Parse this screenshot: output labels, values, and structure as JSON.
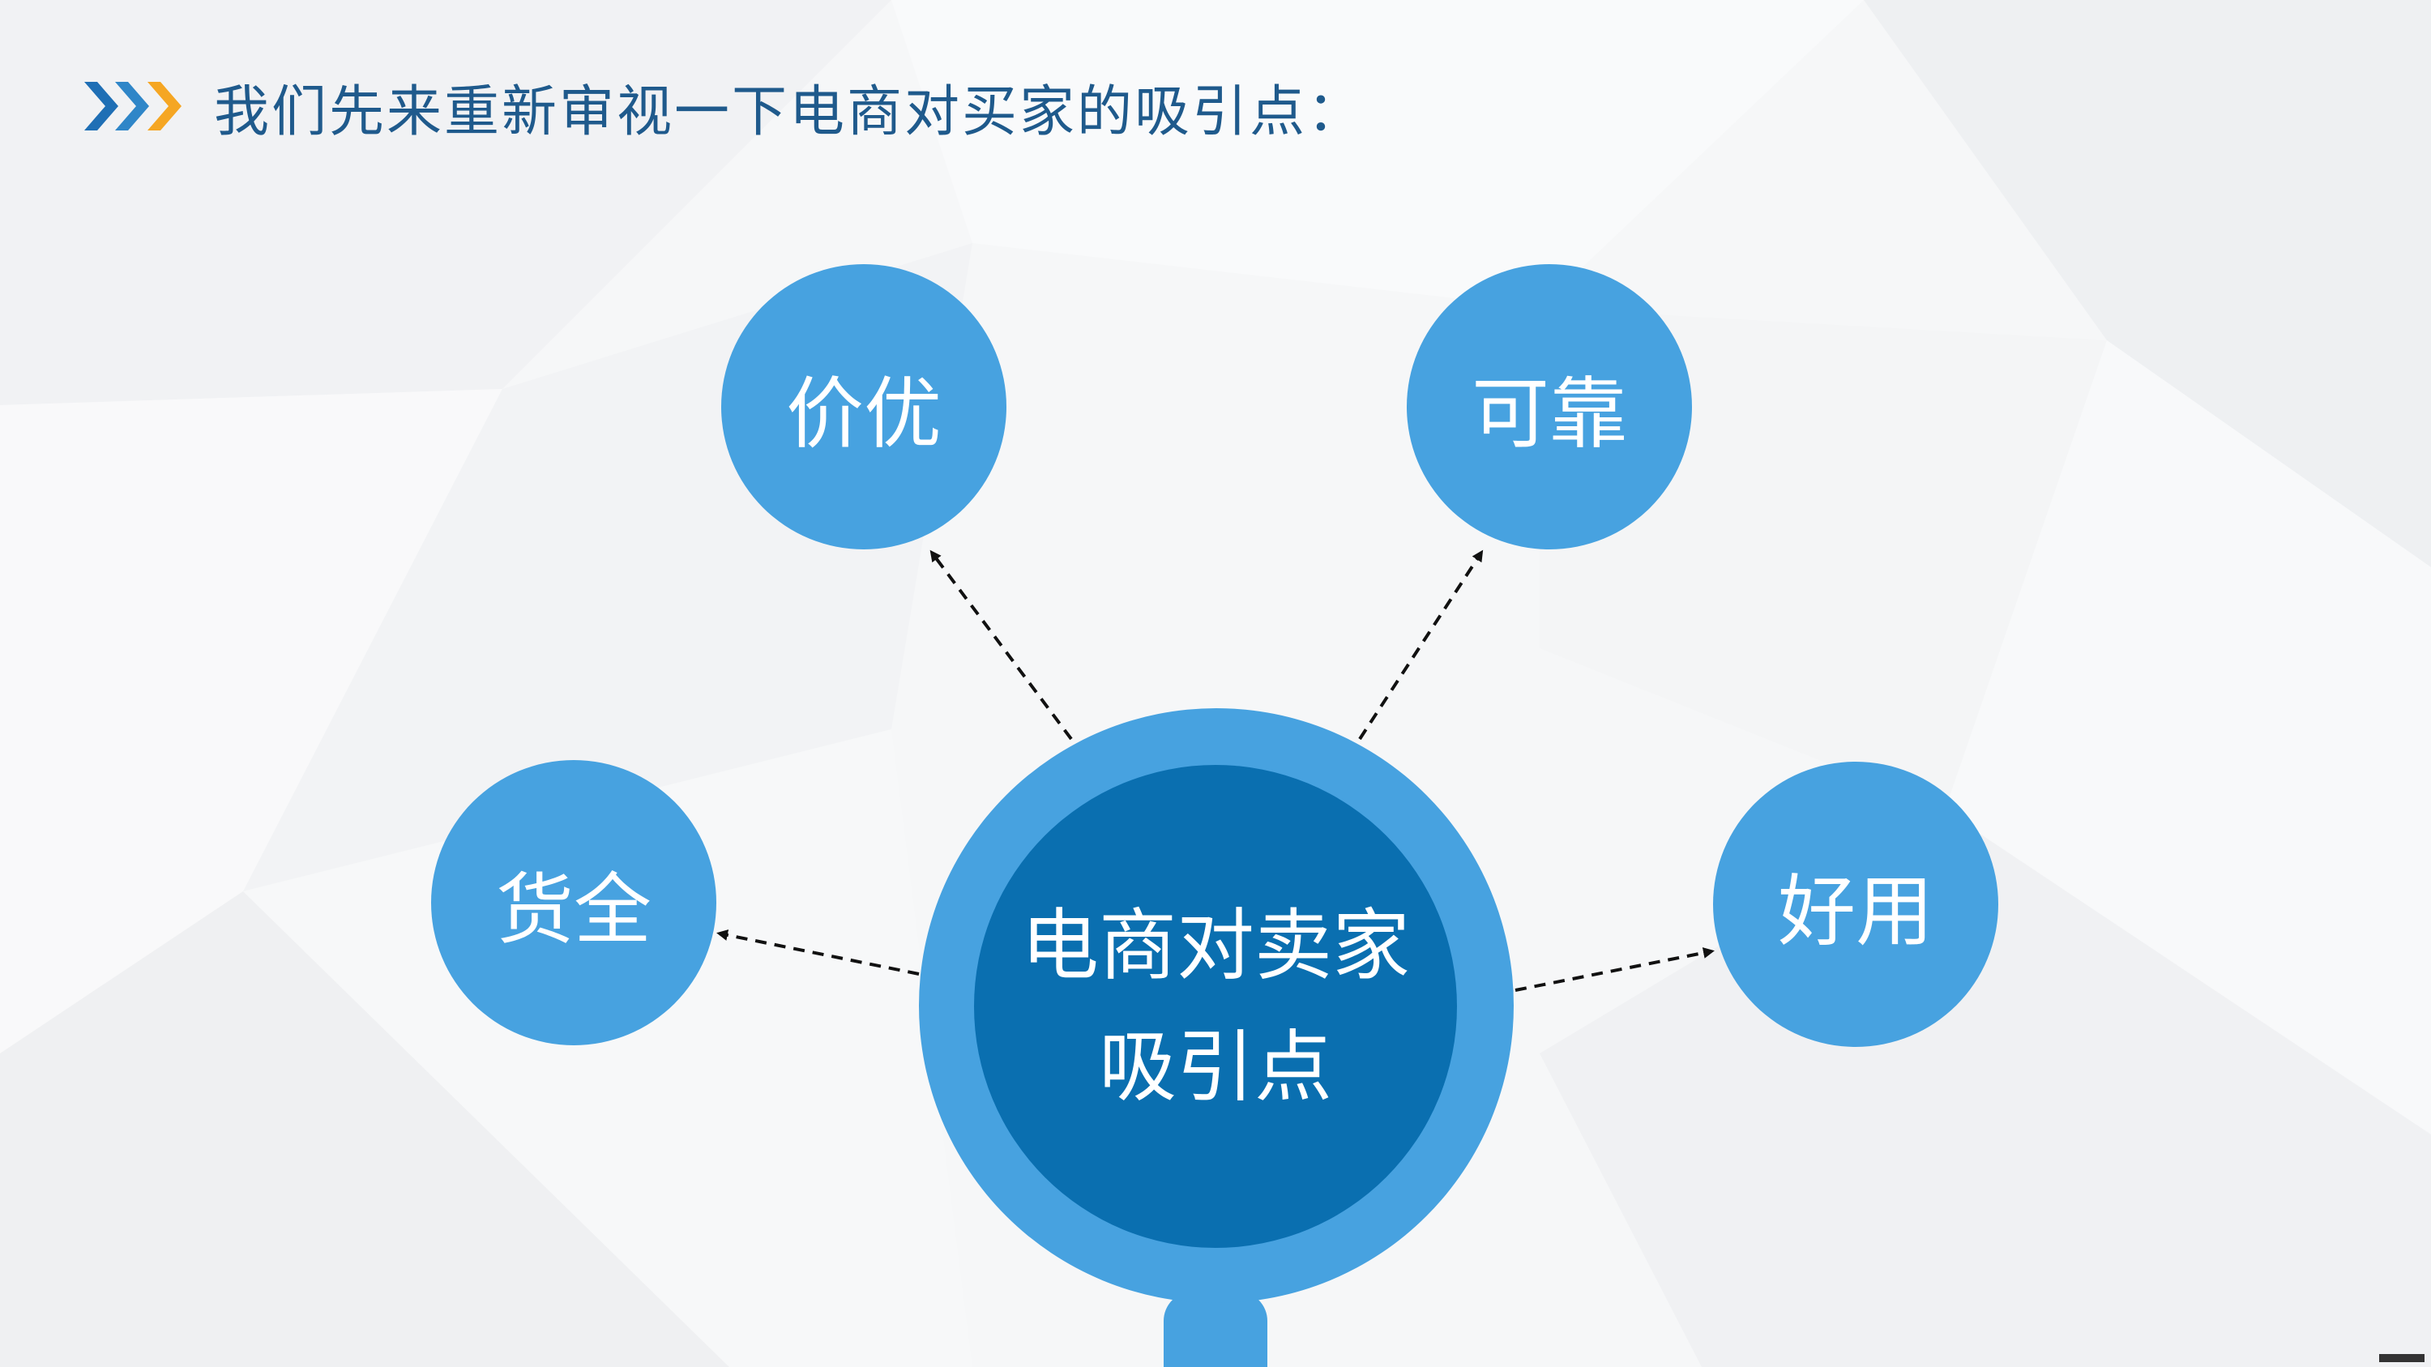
{
  "slide": {
    "title": "我们先来重新审视一下电商对买家的吸引点："
  },
  "diagram": {
    "center": {
      "line1": "电商对卖家",
      "line2": "吸引点"
    },
    "nodes": [
      {
        "id": "price",
        "label": "价优"
      },
      {
        "id": "reliable",
        "label": "可靠"
      },
      {
        "id": "full",
        "label": "货全"
      },
      {
        "id": "useful",
        "label": "好用"
      }
    ]
  },
  "colors": {
    "node": "#47a2e0",
    "core": "#0a6fb0",
    "title": "#1f5a8c",
    "chevron_blue": "#1f6fb5",
    "chevron_orange": "#f5a623"
  }
}
